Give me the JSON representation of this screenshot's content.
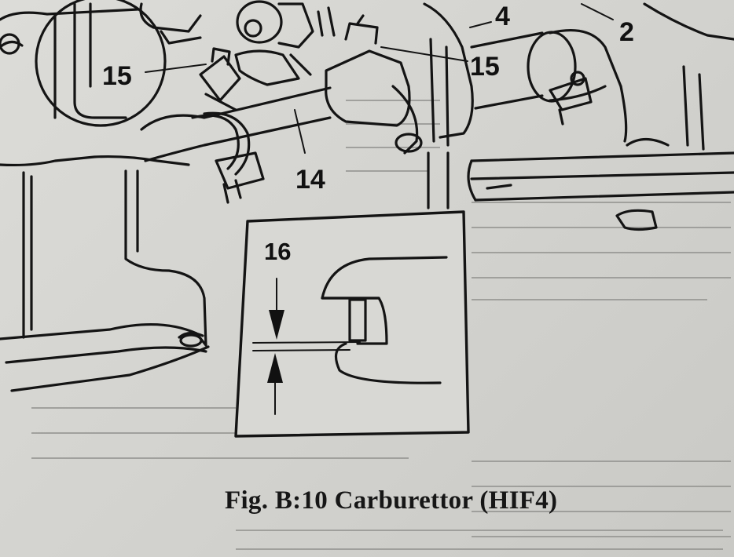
{
  "figure": {
    "caption": "Fig. B:10 Carburettor (HIF4)",
    "callouts": {
      "label_2": "2",
      "label_4": "4",
      "label_15_left": "15",
      "label_15_right": "15",
      "label_14": "14",
      "label_16": "16"
    }
  }
}
